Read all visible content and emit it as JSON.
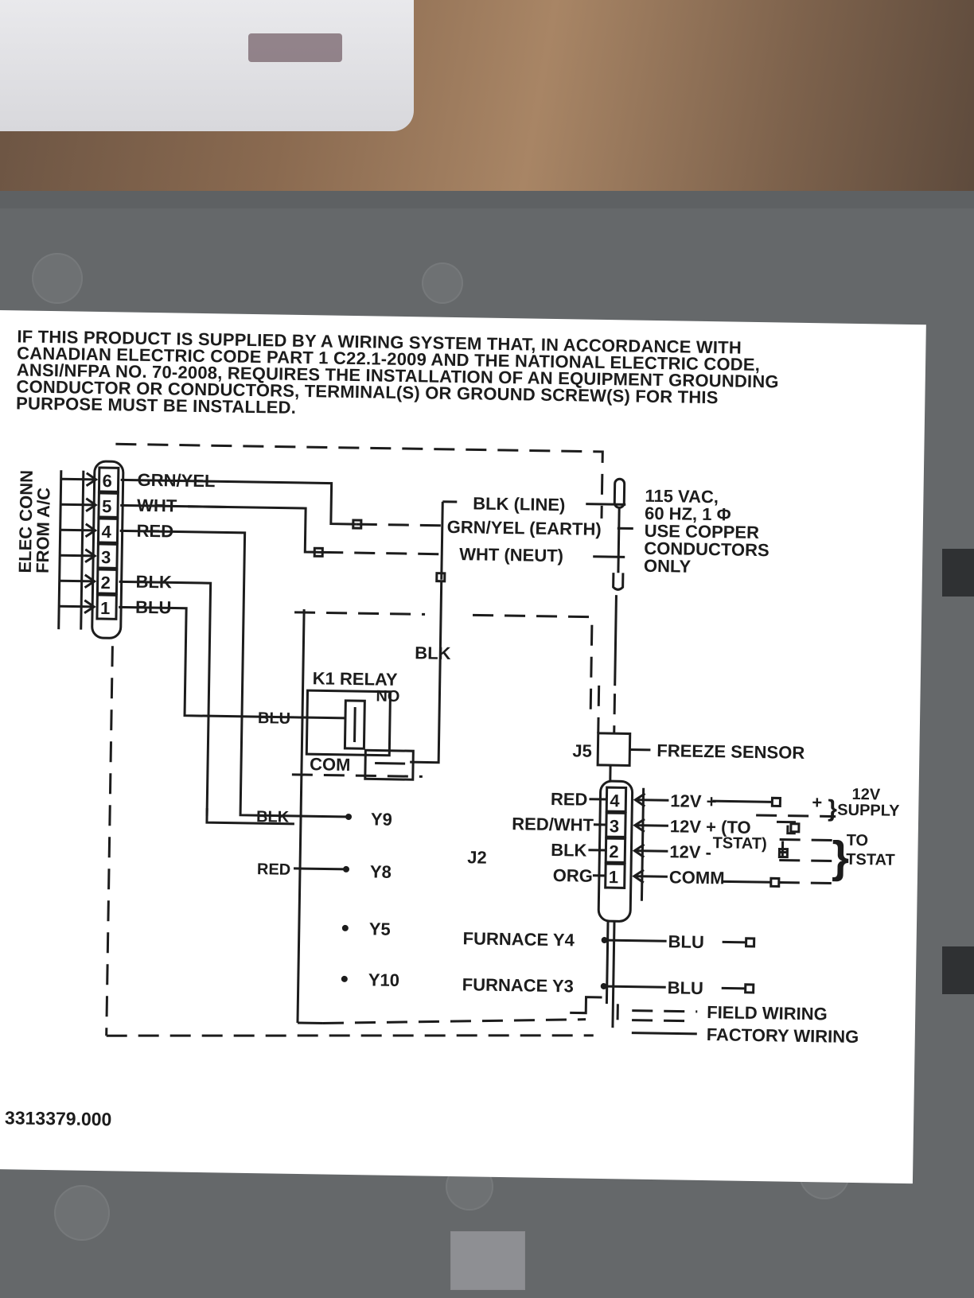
{
  "warning_lines": [
    "IF THIS PRODUCT IS SUPPLIED BY A WIRING SYSTEM THAT, IN ACCORDANCE WITH",
    "CANADIAN ELECTRIC CODE PART 1 C22.1-2009 AND THE NATIONAL ELECTRIC CODE,",
    "ANSI/NFPA NO. 70-2008, REQUIRES THE INSTALLATION OF AN EQUIPMENT GROUNDING",
    "CONDUCTOR OR CONDUCTORS, TERMINAL(S) OR GROUND SCREW(S) FOR THIS",
    "PURPOSE MUST BE INSTALLED."
  ],
  "elec_conn_label": [
    "ELEC CONN",
    "FROM A/C"
  ],
  "conn_pins": [
    {
      "num": "6",
      "wire": "GRN/YEL"
    },
    {
      "num": "5",
      "wire": "WHT"
    },
    {
      "num": "4",
      "wire": "RED"
    },
    {
      "num": "3",
      "wire": ""
    },
    {
      "num": "2",
      "wire": "BLK"
    },
    {
      "num": "1",
      "wire": "BLU"
    }
  ],
  "power_wires": [
    "BLK (LINE)",
    "GRN/YEL (EARTH)",
    "WHT (NEUT)"
  ],
  "power_spec": [
    "115 VAC,",
    "60 HZ, 1 Φ",
    "USE COPPER",
    "CONDUCTORS",
    "ONLY"
  ],
  "relay": {
    "title": "K1 RELAY",
    "no": "NO",
    "com": "COM",
    "blu": "BLU",
    "blk_top": "BLK"
  },
  "relay_outputs": [
    {
      "wire": "BLK",
      "term": "Y9"
    },
    {
      "wire": "RED",
      "term": "Y8"
    },
    {
      "wire": "",
      "term": "Y5"
    },
    {
      "wire": "",
      "term": "Y10"
    }
  ],
  "j5_label": "J5",
  "freeze_sensor": "FREEZE SENSOR",
  "j2_label": "J2",
  "j2_pins": [
    {
      "num": "4",
      "wire": "RED",
      "signal": "12V +"
    },
    {
      "num": "3",
      "wire": "RED/WHT",
      "signal": "12V + (TO"
    },
    {
      "num": "2",
      "wire": "BLK",
      "signal": "12V -"
    },
    {
      "num": "1",
      "wire": "ORG",
      "signal": "COMM"
    }
  ],
  "tstat_inline": "TSTAT)",
  "supply_label": [
    "12V",
    "SUPPLY"
  ],
  "tstat_label": [
    "TO",
    "TSTAT"
  ],
  "supply_sign": "+",
  "furnace": [
    {
      "label": "FURNACE Y4",
      "wire": "BLU"
    },
    {
      "label": "FURNACE Y3",
      "wire": "BLU"
    }
  ],
  "legend": {
    "field": "FIELD WIRING",
    "factory": "FACTORY WIRING"
  },
  "part_number": "3313379.000",
  "colors": {
    "ink": "#1c1c1c",
    "paper": "#ffffff",
    "housing": "#65686a"
  }
}
